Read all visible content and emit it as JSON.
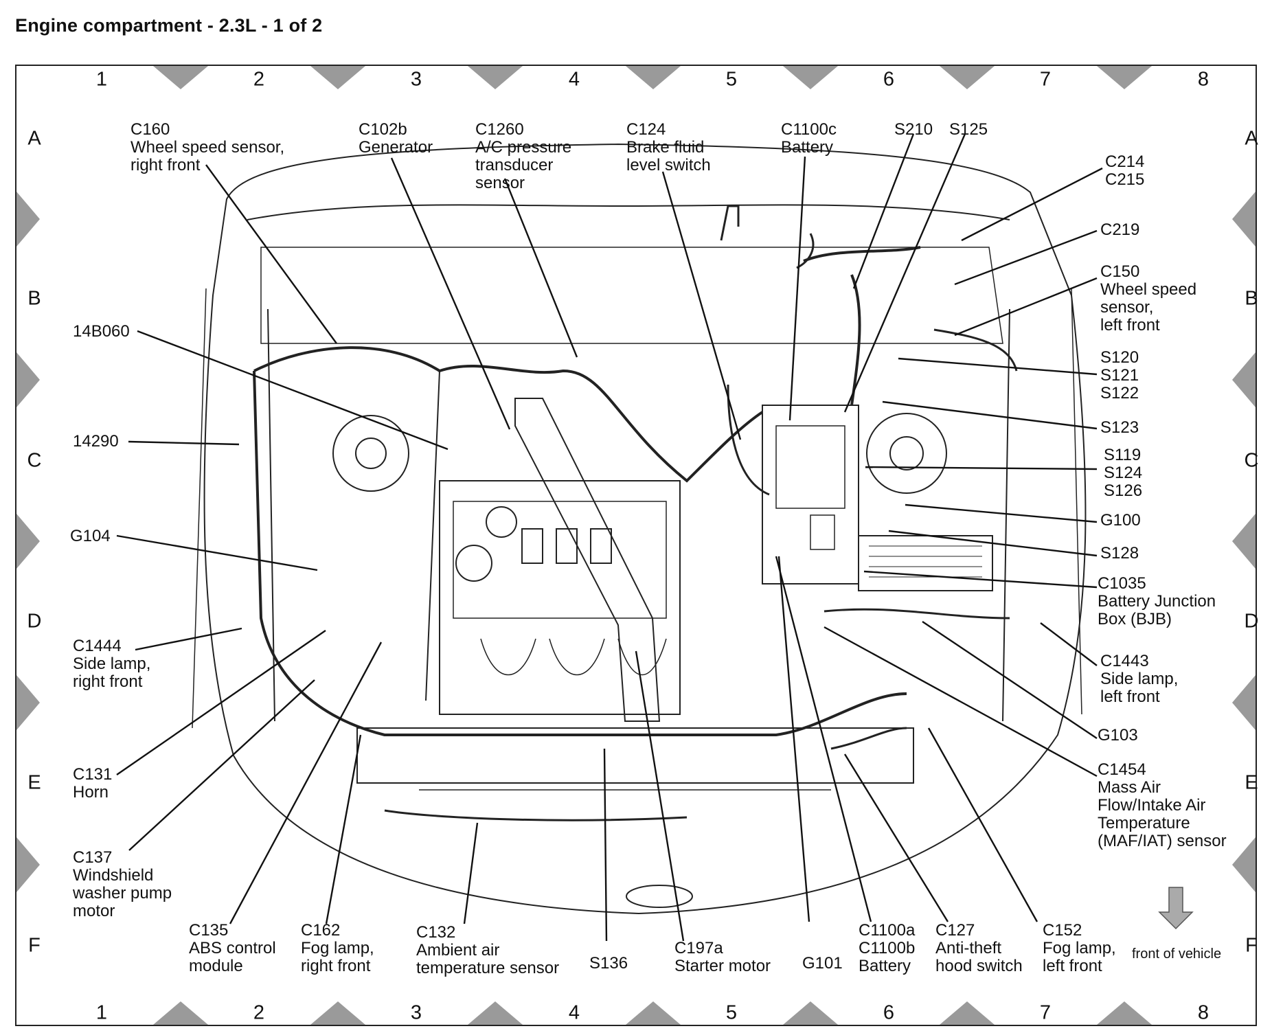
{
  "title": "Engine compartment - 2.3L - 1 of 2",
  "grid": {
    "columns": [
      "1",
      "2",
      "3",
      "4",
      "5",
      "6",
      "7",
      "8"
    ],
    "rows": [
      "A",
      "B",
      "C",
      "D",
      "E",
      "F"
    ]
  },
  "labels": [
    {
      "id": "c160",
      "lines": [
        "C160",
        "Wheel speed sensor,",
        "right front"
      ]
    },
    {
      "id": "c102b",
      "lines": [
        "C102b",
        "Generator"
      ]
    },
    {
      "id": "c1260",
      "lines": [
        "C1260",
        "A/C pressure",
        "transducer",
        "sensor"
      ]
    },
    {
      "id": "c124",
      "lines": [
        "C124",
        "Brake fluid",
        "level switch"
      ]
    },
    {
      "id": "c1100c",
      "lines": [
        "C1100c",
        "Battery"
      ]
    },
    {
      "id": "s210",
      "lines": [
        "S210"
      ]
    },
    {
      "id": "s125",
      "lines": [
        "S125"
      ]
    },
    {
      "id": "c214",
      "lines": [
        "C214",
        "C215"
      ]
    },
    {
      "id": "c219",
      "lines": [
        "C219"
      ]
    },
    {
      "id": "c150",
      "lines": [
        "C150",
        "Wheel speed",
        "sensor,",
        "left front"
      ]
    },
    {
      "id": "s120",
      "lines": [
        "S120",
        "S121",
        "S122"
      ]
    },
    {
      "id": "s123",
      "lines": [
        "S123"
      ]
    },
    {
      "id": "s119",
      "lines": [
        "S119",
        "S124",
        "S126"
      ]
    },
    {
      "id": "g100",
      "lines": [
        "G100"
      ]
    },
    {
      "id": "s128",
      "lines": [
        "S128"
      ]
    },
    {
      "id": "c1035",
      "lines": [
        "C1035",
        "Battery Junction",
        "Box (BJB)"
      ]
    },
    {
      "id": "c1443",
      "lines": [
        "C1443",
        "Side lamp,",
        "left front"
      ]
    },
    {
      "id": "g103",
      "lines": [
        "G103"
      ]
    },
    {
      "id": "c1454",
      "lines": [
        "C1454",
        "Mass Air",
        "Flow/Intake Air",
        "Temperature",
        "(MAF/IAT) sensor"
      ]
    },
    {
      "id": "c152",
      "lines": [
        "C152",
        "Fog lamp,",
        "left front"
      ]
    },
    {
      "id": "c127",
      "lines": [
        "C127",
        "Anti-theft",
        "hood switch"
      ]
    },
    {
      "id": "c1100a",
      "lines": [
        "C1100a",
        "C1100b",
        "Battery"
      ]
    },
    {
      "id": "g101",
      "lines": [
        "G101"
      ]
    },
    {
      "id": "c197a",
      "lines": [
        "C197a",
        "Starter motor"
      ]
    },
    {
      "id": "s136",
      "lines": [
        "S136"
      ]
    },
    {
      "id": "c132",
      "lines": [
        "C132",
        "Ambient air",
        "temperature sensor"
      ]
    },
    {
      "id": "c162",
      "lines": [
        "C162",
        "Fog lamp,",
        "right front"
      ]
    },
    {
      "id": "c135",
      "lines": [
        "C135",
        "ABS control",
        "module"
      ]
    },
    {
      "id": "c137",
      "lines": [
        "C137",
        "Windshield",
        "washer pump",
        "motor"
      ]
    },
    {
      "id": "c131",
      "lines": [
        "C131",
        "Horn"
      ]
    },
    {
      "id": "c1444",
      "lines": [
        "C1444",
        "Side lamp,",
        "right front"
      ]
    },
    {
      "id": "g104",
      "lines": [
        "G104"
      ]
    },
    {
      "id": "14290",
      "lines": [
        "14290"
      ]
    },
    {
      "id": "14b060",
      "lines": [
        "14B060"
      ]
    }
  ],
  "front_indicator": "front of vehicle"
}
